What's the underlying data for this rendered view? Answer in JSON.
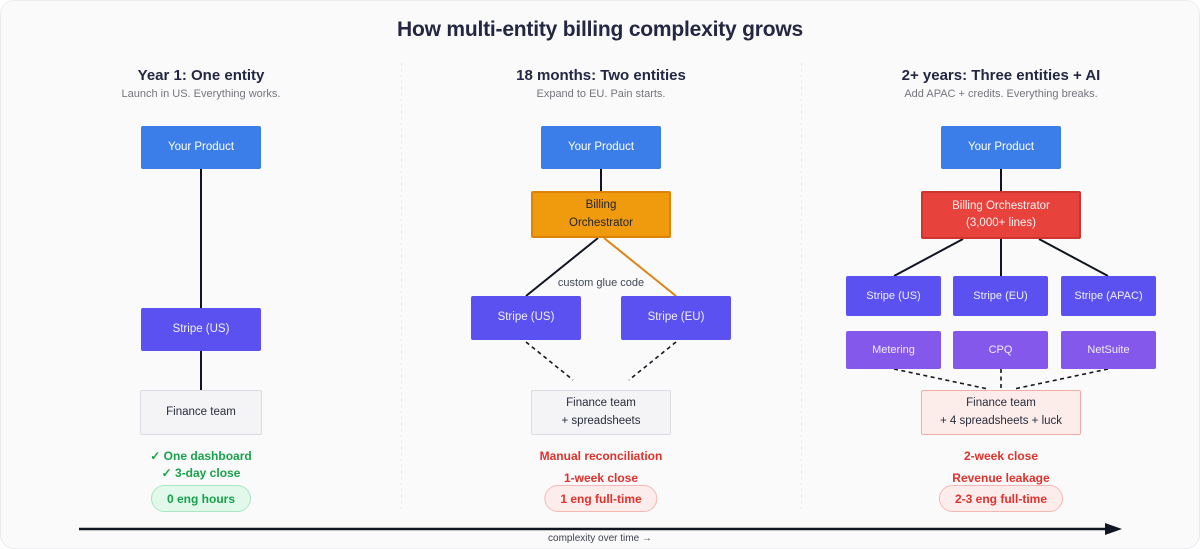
{
  "title": "How multi-entity billing complexity grows",
  "axis_label": "complexity over time →",
  "colors": {
    "product_blue": "#3C7EE9",
    "stripe_purple": "#5B51F0",
    "tool_purple": "#8458EA",
    "orchestrator_orange": "#F09A0D",
    "orchestrator_red": "#E8423C",
    "success_green": "#16A34A",
    "danger_red": "#E0312B"
  },
  "columns": [
    {
      "heading": "Year 1: One entity",
      "subheading": "Launch in US. Everything works.",
      "nodes": {
        "product": "Your Product",
        "stripe_us": "Stripe (US)",
        "finance": "Finance team"
      },
      "outcomes": [
        "✓ One dashboard",
        "✓ 3-day close"
      ],
      "badge": "0 eng hours"
    },
    {
      "heading": "18 months: Two entities",
      "subheading": "Expand to EU. Pain starts.",
      "nodes": {
        "product": "Your Product",
        "orchestrator_line1": "Billing",
        "orchestrator_line2": "Orchestrator",
        "glue_label": "custom glue code",
        "stripe_us": "Stripe (US)",
        "stripe_eu": "Stripe (EU)",
        "finance_line1": "Finance team",
        "finance_line2": "+ spreadsheets"
      },
      "outcomes": [
        "Manual reconciliation",
        "1-week close"
      ],
      "badge": "1 eng full-time"
    },
    {
      "heading": "2+ years: Three entities + AI",
      "subheading": "Add APAC + credits. Everything breaks.",
      "nodes": {
        "product": "Your Product",
        "orchestrator_line1": "Billing Orchestrator",
        "orchestrator_line2": "(3,000+ lines)",
        "stripe_us": "Stripe (US)",
        "stripe_eu": "Stripe (EU)",
        "stripe_apac": "Stripe (APAC)",
        "metering": "Metering",
        "cpq": "CPQ",
        "netsuite": "NetSuite",
        "finance_line1": "Finance team",
        "finance_line2": "+ 4 spreadsheets + luck"
      },
      "outcomes": [
        "2-week close",
        "Revenue leakage"
      ],
      "badge": "2-3 eng full-time"
    }
  ]
}
